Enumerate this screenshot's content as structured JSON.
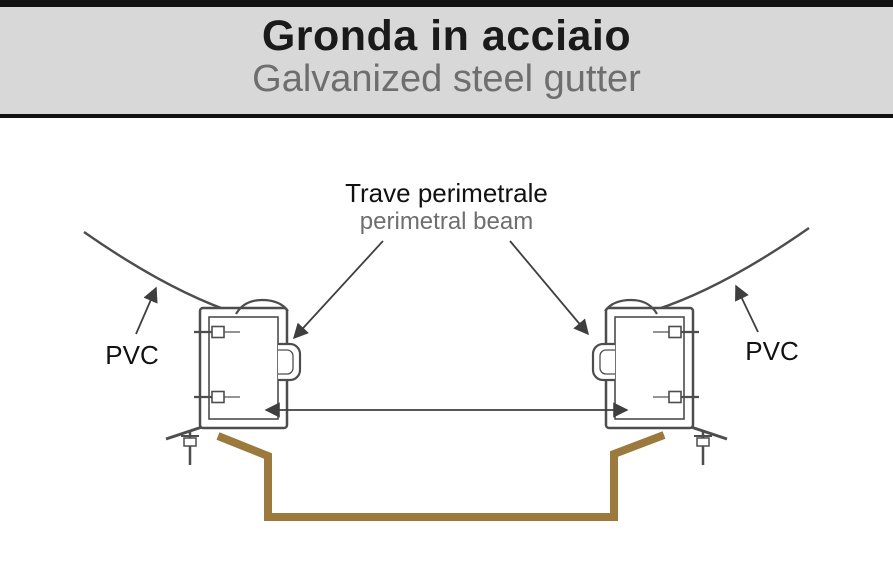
{
  "header": {
    "title": "Gronda in acciaio",
    "subtitle": "Galvanized steel gutter"
  },
  "diagram": {
    "beam_label_it": "Trave perimetrale",
    "beam_label_en": "perimetral beam",
    "pvc_label_left": "PVC",
    "pvc_label_right": "PVC",
    "colors": {
      "header_bg": "#d8d8d8",
      "border_dark": "#121212",
      "title_color": "#1a1a1a",
      "subtitle_gray": "#6e6e6e",
      "line_gray": "#4d4d4d",
      "arrow_gray": "#3f3f3f",
      "gutter_brown": "#9c7a3e"
    }
  }
}
